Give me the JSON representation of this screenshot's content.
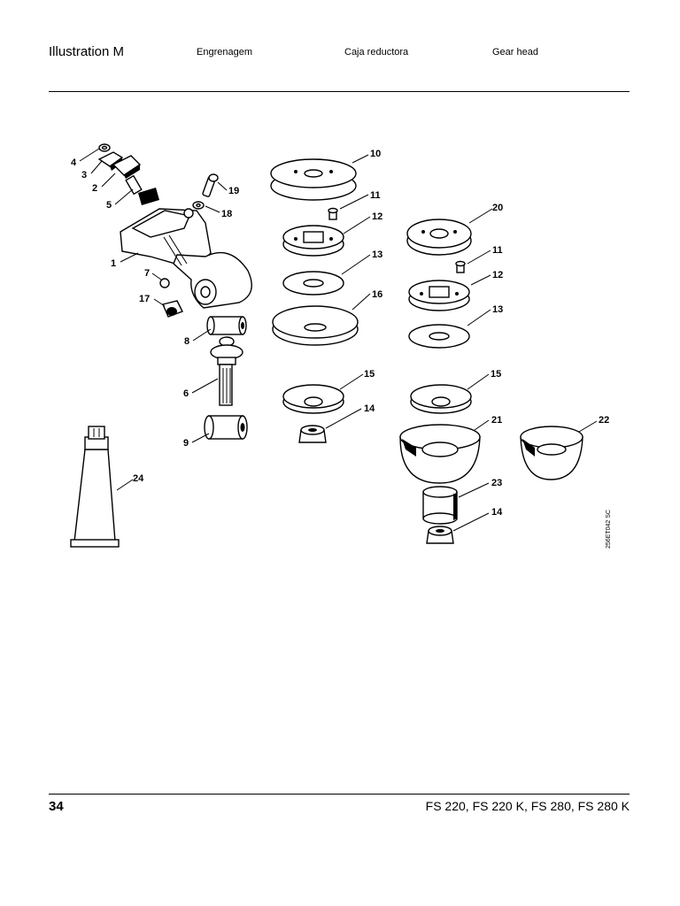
{
  "header": {
    "illustration": "Illustration  M",
    "lang_pt": "Engrenagem",
    "lang_es": "Caja reductora",
    "lang_en": "Gear head"
  },
  "footer": {
    "page_number": "34",
    "models": "FS 220, FS 220 K, FS 280, FS 280 K"
  },
  "reference_code": "256ET042 SC",
  "callouts": {
    "c1": "1",
    "c2": "2",
    "c3": "3",
    "c4": "4",
    "c5": "5",
    "c6": "6",
    "c7": "7",
    "c8": "8",
    "c9": "9",
    "c10": "10",
    "c11a": "11",
    "c11b": "11",
    "c12a": "12",
    "c12b": "12",
    "c13a": "13",
    "c13b": "13",
    "c14a": "14",
    "c14b": "14",
    "c15a": "15",
    "c15b": "15",
    "c16": "16",
    "c17": "17",
    "c18": "18",
    "c19": "19",
    "c20": "20",
    "c21": "21",
    "c22": "22",
    "c23": "23",
    "c24": "24"
  }
}
